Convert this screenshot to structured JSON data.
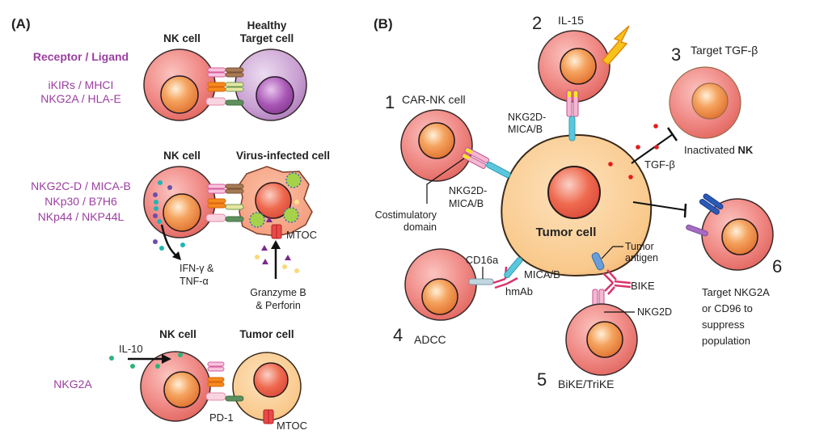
{
  "panel_a": {
    "label": "(A)",
    "receptor_ligand_header": "Receptor / Ligand",
    "row1": {
      "pairs": [
        "iKIRs / MHCI",
        "NKG2A / HLA-E"
      ],
      "nk_label": "NK cell",
      "target_label_line1": "Healthy",
      "target_label_line2": "Target cell"
    },
    "row2": {
      "pairs": [
        "NKG2C-D / MICA-B",
        "NKp30 / B7H6",
        "NKp44 / NKP44L"
      ],
      "nk_label": "NK cell",
      "target_label": "Virus-infected cell",
      "mtoc_label": "MTOC",
      "cytokine_line1": "IFN-γ &",
      "cytokine_line2": "TNF-α",
      "granzyme_line1": "Granzyme B",
      "granzyme_line2": "& Perforin"
    },
    "row3": {
      "pairs": [
        "NKG2A"
      ],
      "nk_label": "NK cell",
      "target_label": "Tumor cell",
      "il10_label": "IL-10",
      "pd1_label": "PD-1",
      "mtoc_label": "MTOC"
    }
  },
  "panel_b": {
    "label": "(B)",
    "tumor_label": "Tumor cell",
    "s1": {
      "num": "1",
      "title": "CAR-NK cell",
      "receptor_line1": "NKG2D-",
      "receptor_line2": "MICA/B",
      "costim_line1": "Costimulatory",
      "costim_line2": "domain"
    },
    "s2": {
      "num": "2",
      "title": "IL-15",
      "receptor_line1": "NKG2D-",
      "receptor_line2": "MICA/B"
    },
    "s3": {
      "num": "3",
      "title": "Target TGF-β",
      "inactivated_prefix": "Inactivated ",
      "inactivated_bold": "NK",
      "tgf_label": "TGF-β"
    },
    "s4": {
      "num": "4",
      "title": "ADCC",
      "cd16a": "CD16a",
      "mica": "MICA/B",
      "hmab": "hmAb"
    },
    "s5": {
      "num": "5",
      "title": "BiKE/TriKE",
      "tumor_antigen_line1": "Tumor",
      "tumor_antigen_line2": "antigen",
      "bike": "BIKE",
      "nkg2d": "NKG2D"
    },
    "s6": {
      "num": "6",
      "desc": [
        "Target NKG2A",
        "or CD96 to",
        "suppress",
        "population"
      ]
    }
  },
  "colors": {
    "nk_fill": "#f08a86",
    "nk_nucleus": "#f0944a",
    "healthy_fill": "#c9a0d2",
    "tumor_fill": "#f9c98c",
    "tumor_nucleus": "#ef6a4f",
    "ligand_label": "#9b3fa0"
  }
}
